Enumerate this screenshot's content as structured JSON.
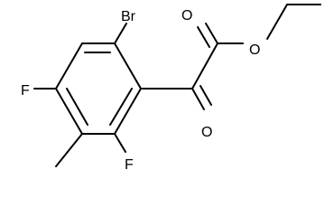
{
  "molecule": {
    "atoms": {
      "br": "Br",
      "f_left": "F",
      "f_bottom": "F",
      "o_keto": "O",
      "o_ester_carbonyl": "O",
      "o_ester": "O"
    }
  },
  "colors": {
    "bond": "#000000",
    "label": "#000000",
    "background": "#ffffff"
  }
}
